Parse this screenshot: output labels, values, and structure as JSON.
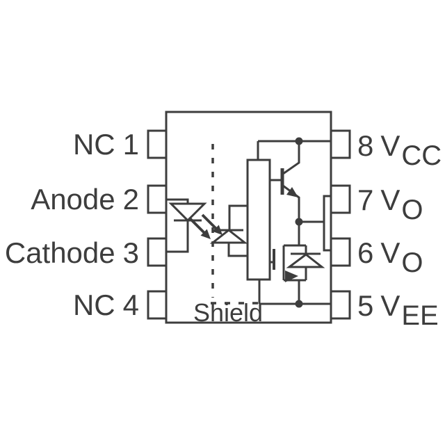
{
  "colors": {
    "line": "#3d3d3d",
    "background": "#ffffff"
  },
  "package": {
    "shield_label": "Shield"
  },
  "pins": {
    "left": [
      {
        "name": "NC",
        "number": "1"
      },
      {
        "name": "Anode",
        "number": "2"
      },
      {
        "name": "Cathode",
        "number": "3"
      },
      {
        "name": "NC",
        "number": "4"
      }
    ],
    "right": [
      {
        "number": "8",
        "signal": "V",
        "subscript": "CC"
      },
      {
        "number": "7",
        "signal": "V",
        "subscript": "O"
      },
      {
        "number": "6",
        "signal": "V",
        "subscript": "O"
      },
      {
        "number": "5",
        "signal": "V",
        "subscript": "EE"
      }
    ]
  }
}
